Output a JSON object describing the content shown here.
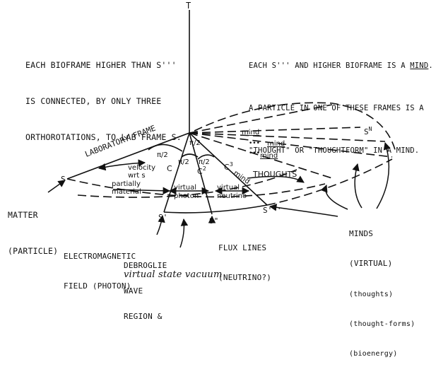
{
  "note_left": [
    "EACH BIOFRAME HIGHER THAN S'''",
    "IS CONNECTED, BY ONLY THREE",
    "ORTHOROTATIONS, TO LAB FRAME S."
  ],
  "note_right": {
    "line1_prefix": "EACH S''' AND HIGHER BIOFRAME IS A ",
    "line1_emph": "MIND",
    "line1_suffix": ".",
    "line2": "A PARTICLE IN ONE OF THESE FRAMES IS A",
    "line3": "\"THOUGHT\" OR \"THOUGHTFORM\" IN A MIND."
  },
  "axis_top": "T",
  "lab_frame": "LABORATORY FRAME",
  "frame_s": "S",
  "frame_sn": "S",
  "frame_sn_sup": "N",
  "angles": [
    "π/2",
    "π/2",
    "π/2",
    "π/2"
  ],
  "c_labels": {
    "c1": "C",
    "c2": "C",
    "c2_sup": "2",
    "c3": "C",
    "c3_sup": "3"
  },
  "mind_labels": [
    "mind",
    "mind",
    "mind",
    "mind"
  ],
  "mind_dots": [
    "•••",
    "•••"
  ],
  "velocity": [
    "velocity",
    "wrt s"
  ],
  "partially": [
    "partially",
    "material"
  ],
  "virtual_photon": [
    "virtual",
    "photon"
  ],
  "virtual_neutrino": [
    "virtual",
    "neutrino"
  ],
  "thoughts": "THOUGHTS",
  "matter": [
    "MATTER",
    "(PARTICLE)"
  ],
  "s_prime": "S'",
  "s_dprime": "S\"",
  "s_tprime": "S'''",
  "minds": [
    "MINDS",
    "(VIRTUAL)"
  ],
  "minds_list": [
    "(thoughts)",
    "(thought-forms)",
    "(bioenergy)"
  ],
  "em_field": [
    "ELECTROMAGNETIC",
    "FIELD (PHOTON)"
  ],
  "flux_lines": [
    "FLUX LINES",
    "(NEUTRINO?)"
  ],
  "debroglie": [
    "DEBROGLIE",
    "WAVE",
    "REGION &"
  ],
  "vacuum": "virtual state vacuum"
}
